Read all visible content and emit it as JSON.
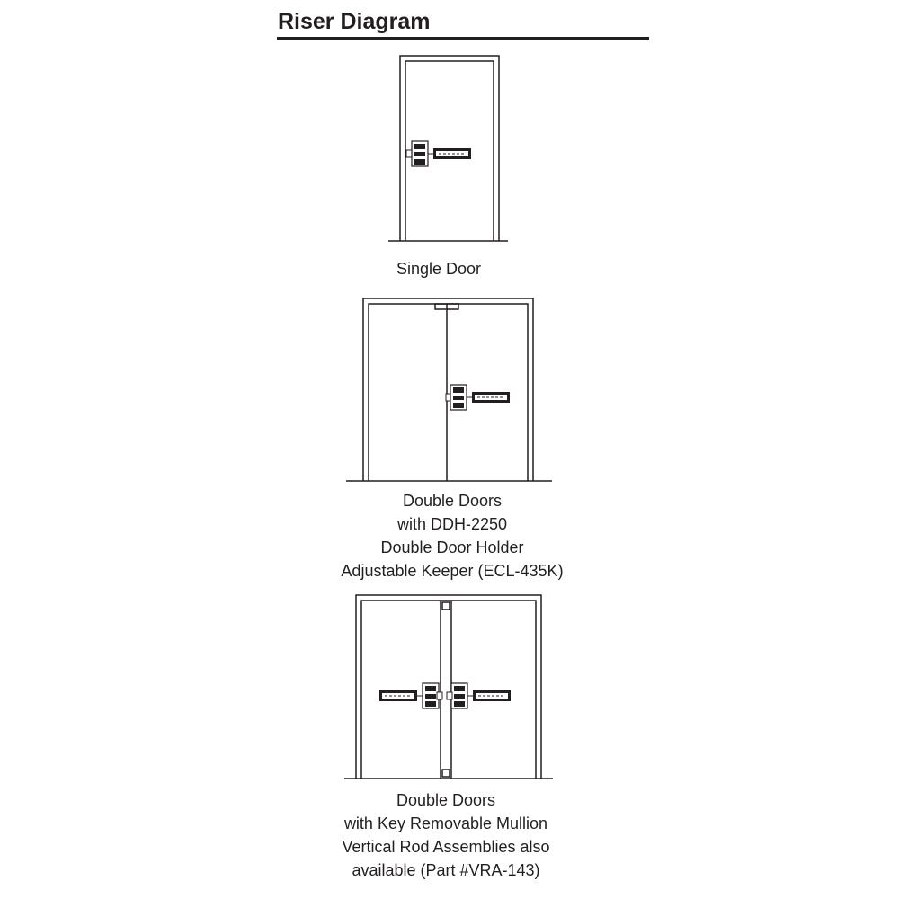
{
  "title": "Riser Diagram",
  "diagrams": [
    {
      "caption": [
        "Single Door"
      ]
    },
    {
      "caption": [
        "Double Doors",
        "with DDH-2250",
        "Double Door Holder",
        "Adjustable Keeper (ECL-435K)"
      ]
    },
    {
      "caption": [
        "Double Doors",
        "with Key Removable Mullion",
        "Vertical Rod Assemblies also",
        "available (Part #VRA-143)"
      ]
    }
  ]
}
